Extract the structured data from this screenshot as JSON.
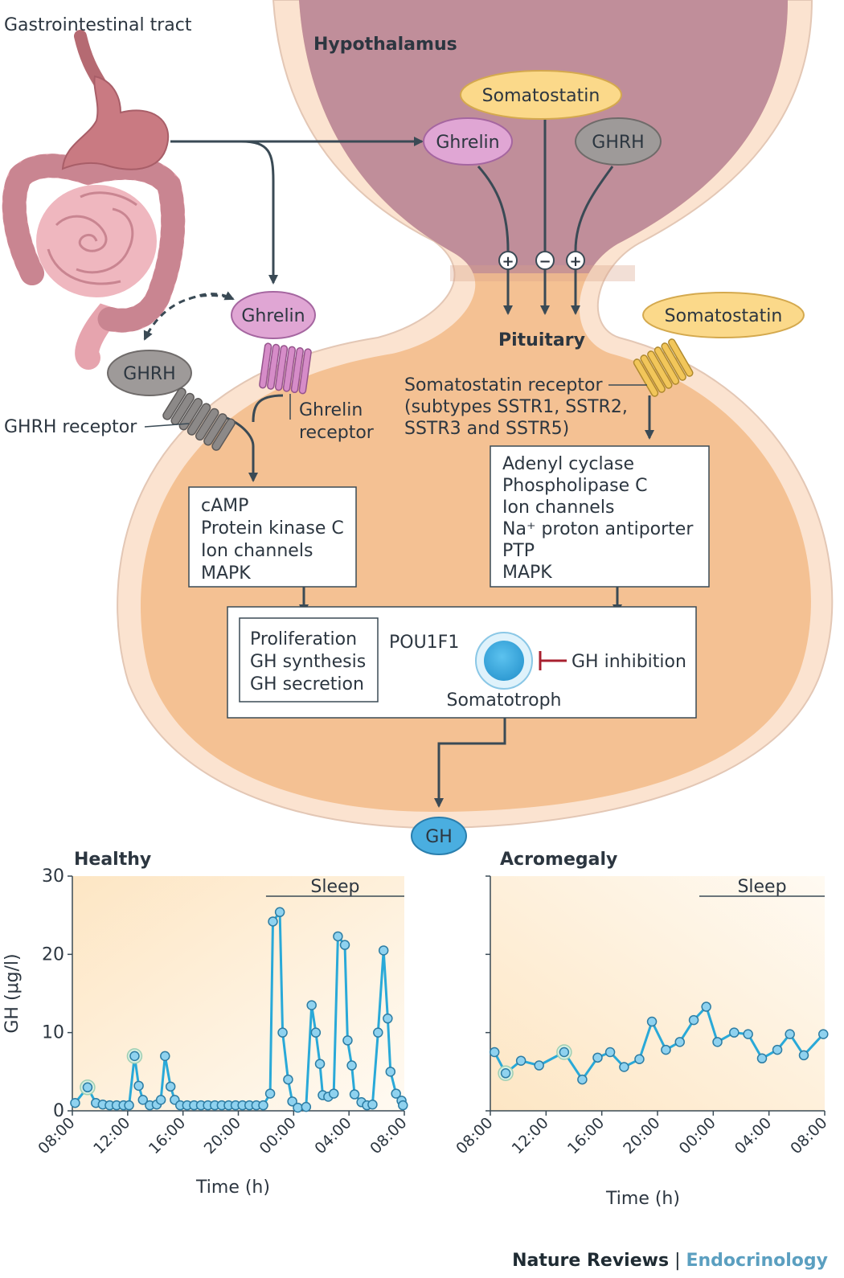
{
  "diagram": {
    "gi_tract": "Gastrointestinal tract",
    "hypothalamus": "Hypothalamus",
    "pituitary": "Pituitary",
    "somatostatin_hypo": "Somatostatin",
    "ghrelin_hypo": "Ghrelin",
    "ghrh_hypo": "GHRH",
    "sign_plus": "+",
    "sign_minus": "−",
    "ghrelin_gut": "Ghrelin",
    "ghrh_gut": "GHRH",
    "somatostatin_side": "Somatostatin",
    "ghrh_receptor": "GHRH receptor",
    "ghrelin_receptor_line1": "Ghrelin",
    "ghrelin_receptor_line2": "receptor",
    "sst_receptor_line1": "Somatostatin receptor",
    "sst_receptor_line2": "(subtypes SSTR1, SSTR2,",
    "sst_receptor_line3": "SSTR3 and SSTR5)",
    "left_box": [
      "cAMP",
      "Protein kinase C",
      "Ion channels",
      "MAPK"
    ],
    "right_box": [
      "Adenyl cyclase",
      "Phospholipase C",
      "Ion channels",
      "Na⁺ proton antiporter",
      "PTP",
      "MAPK"
    ],
    "effects": [
      "Proliferation",
      "GH synthesis",
      "GH secretion"
    ],
    "pou1f1": "POU1F1",
    "somatotroph": "Somatotroph",
    "gh_inhibition": "GH inhibition",
    "gh_output": "GH",
    "colors": {
      "hypothalamus": "#c08e9a",
      "pituitary": "#f4c193",
      "membrane": "#fbe3d0",
      "arrow": "#3a4a55",
      "ghrelin": "#e0a6d4",
      "ghrh": "#9e9a99",
      "somatostatin": "#fbd98a",
      "gh": "#4aaee0",
      "inhibition": "#a8202f"
    }
  },
  "chart_data": [
    {
      "type": "line",
      "title": "Healthy",
      "ylabel": "GH (μg/l)",
      "xlabel": "Time (h)",
      "ylim": [
        0,
        30
      ],
      "yticks": [
        0,
        10,
        20,
        30
      ],
      "xlim_hours": [
        8,
        32
      ],
      "xticks": [
        "08:00",
        "12:00",
        "16:00",
        "20:00",
        "00:00",
        "04:00",
        "08:00"
      ],
      "sleep_label": "Sleep",
      "sleep_range_hours": [
        22,
        32
      ],
      "series": [
        {
          "color": "#29a9d8",
          "points": [
            [
              8.2,
              1.0
            ],
            [
              9.1,
              3.0
            ],
            [
              9.7,
              1.0
            ],
            [
              10.2,
              0.8
            ],
            [
              10.7,
              0.7
            ],
            [
              11.2,
              0.7
            ],
            [
              11.7,
              0.7
            ],
            [
              12.1,
              0.7
            ],
            [
              12.5,
              7.0
            ],
            [
              12.8,
              3.2
            ],
            [
              13.1,
              1.4
            ],
            [
              13.6,
              0.7
            ],
            [
              14.1,
              0.8
            ],
            [
              14.4,
              1.4
            ],
            [
              14.7,
              7.0
            ],
            [
              15.1,
              3.1
            ],
            [
              15.4,
              1.4
            ],
            [
              15.8,
              0.7
            ],
            [
              16.3,
              0.7
            ],
            [
              16.8,
              0.7
            ],
            [
              17.3,
              0.7
            ],
            [
              17.8,
              0.7
            ],
            [
              18.3,
              0.7
            ],
            [
              18.8,
              0.7
            ],
            [
              19.3,
              0.7
            ],
            [
              19.8,
              0.7
            ],
            [
              20.3,
              0.7
            ],
            [
              20.8,
              0.7
            ],
            [
              21.3,
              0.7
            ],
            [
              21.8,
              0.7
            ],
            [
              22.3,
              2.2
            ],
            [
              22.5,
              24.2
            ],
            [
              23.0,
              25.4
            ],
            [
              23.2,
              10.0
            ],
            [
              23.6,
              4.0
            ],
            [
              23.9,
              1.2
            ],
            [
              24.3,
              0.4
            ],
            [
              24.9,
              0.5
            ],
            [
              25.3,
              13.5
            ],
            [
              25.6,
              10.0
            ],
            [
              25.9,
              6.0
            ],
            [
              26.1,
              2.0
            ],
            [
              26.5,
              1.8
            ],
            [
              26.9,
              2.2
            ],
            [
              27.2,
              22.3
            ],
            [
              27.7,
              21.2
            ],
            [
              27.9,
              9.0
            ],
            [
              28.2,
              5.8
            ],
            [
              28.4,
              2.1
            ],
            [
              28.9,
              1.1
            ],
            [
              29.3,
              0.7
            ],
            [
              29.7,
              0.8
            ],
            [
              30.1,
              10.0
            ],
            [
              30.5,
              20.5
            ],
            [
              30.8,
              11.8
            ],
            [
              31.0,
              5.0
            ],
            [
              31.4,
              2.2
            ],
            [
              31.8,
              1.3
            ],
            [
              31.9,
              0.7
            ]
          ],
          "ringed_points": [
            [
              9.1,
              3.0
            ],
            [
              12.5,
              7.0
            ]
          ]
        }
      ]
    },
    {
      "type": "line",
      "title": "Acromegaly",
      "xlabel": "Time (h)",
      "ylim": [
        0,
        30
      ],
      "xlim_hours": [
        8,
        32
      ],
      "xticks": [
        "08:00",
        "12:00",
        "16:00",
        "20:00",
        "00:00",
        "04:00",
        "08:00"
      ],
      "sleep_label": "Sleep",
      "sleep_range_hours": [
        23,
        32
      ],
      "series": [
        {
          "color": "#29a9d8",
          "points": [
            [
              8.3,
              7.5
            ],
            [
              9.1,
              4.8
            ],
            [
              10.2,
              6.4
            ],
            [
              11.5,
              5.8
            ],
            [
              13.3,
              7.5
            ],
            [
              14.6,
              4.0
            ],
            [
              15.7,
              6.8
            ],
            [
              16.6,
              7.5
            ],
            [
              17.6,
              5.6
            ],
            [
              18.7,
              6.6
            ],
            [
              19.6,
              11.4
            ],
            [
              20.6,
              7.8
            ],
            [
              21.6,
              8.8
            ],
            [
              22.6,
              11.6
            ],
            [
              23.5,
              13.3
            ],
            [
              24.3,
              8.8
            ],
            [
              25.5,
              10.0
            ],
            [
              26.5,
              9.8
            ],
            [
              27.5,
              6.7
            ],
            [
              28.6,
              7.8
            ],
            [
              29.5,
              9.8
            ],
            [
              30.5,
              7.1
            ],
            [
              31.9,
              9.8
            ]
          ],
          "ringed_points": [
            [
              9.1,
              4.8
            ],
            [
              13.3,
              7.5
            ]
          ]
        }
      ]
    }
  ],
  "footer": {
    "journal": "Nature Reviews",
    "separator": "|",
    "section": "Endocrinology"
  }
}
